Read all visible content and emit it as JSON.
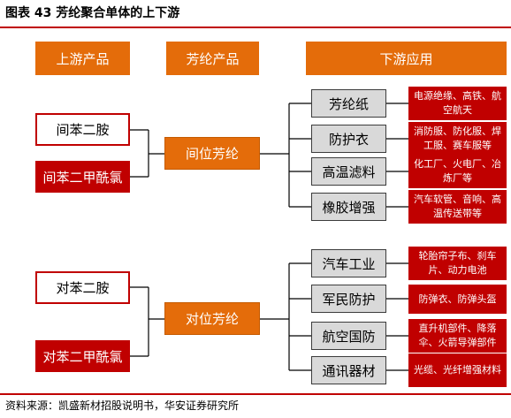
{
  "title": "图表 43  芳纶聚合单体的上下游",
  "headers": {
    "upstream": "上游产品",
    "aramid": "芳纶产品",
    "downstream": "下游应用"
  },
  "meta": {
    "inputs": [
      "间苯二胺",
      "间苯二甲酰氯"
    ],
    "product": "间位芳纶",
    "categories": [
      {
        "name": "芳纶纸",
        "apps": "电源绝缘、高铁、航空航天"
      },
      {
        "name": "防护衣",
        "apps": "消防服、防化服、焊工服、赛车服等"
      },
      {
        "name": "高温滤料",
        "apps": "化工厂、火电厂、冶炼厂等"
      },
      {
        "name": "橡胶增强",
        "apps": "汽车软管、音响、高温传送带等"
      }
    ]
  },
  "para": {
    "inputs": [
      "对苯二胺",
      "对苯二甲酰氯"
    ],
    "product": "对位芳纶",
    "categories": [
      {
        "name": "汽车工业",
        "apps": "轮胎帘子布、刹车片、动力电池"
      },
      {
        "name": "军民防护",
        "apps": "防弹衣、防弹头盔"
      },
      {
        "name": "航空国防",
        "apps": "直升机部件、降落伞、火箭导弹部件"
      },
      {
        "name": "通讯器材",
        "apps": "光缆、光纤增强材料"
      }
    ]
  },
  "source": "资料来源：凯盛新材招股说明书，华安证券研究所",
  "colors": {
    "header": "#e46c0a",
    "dark_red": "#c00000",
    "category_fill": "#d9d9d9",
    "title_rule": "#c00000"
  }
}
